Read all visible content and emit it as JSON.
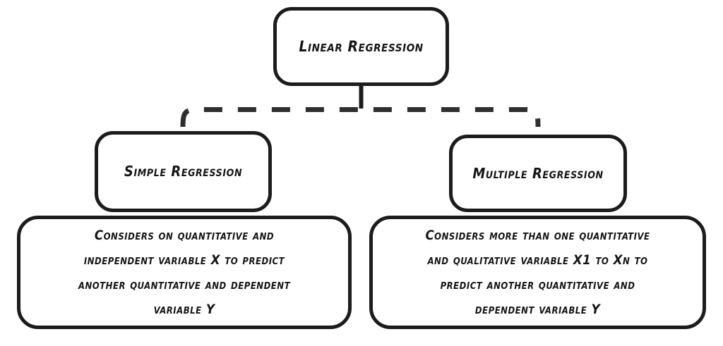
{
  "diagram": {
    "title_node": {
      "label": "Linear Regression",
      "name": "linear-regression"
    },
    "branches": [
      {
        "name": "simple-regression",
        "label": "Simple Regression",
        "description": "Considers on quantitative and\nindependent variable X to predict\nanother quantitative and dependent\nvariable Y"
      },
      {
        "name": "multiple-regression",
        "label": "Multiple Regression",
        "description": "Considers more than one quantitative\nand qualitative variable X1 to Xn to\npredict another quantitative and\ndependent variable Y"
      }
    ],
    "style": {
      "stroke_color": "#1c1c1c",
      "text_color": "#151515",
      "background_color": "#ffffff",
      "connector_style": "dashed"
    }
  }
}
